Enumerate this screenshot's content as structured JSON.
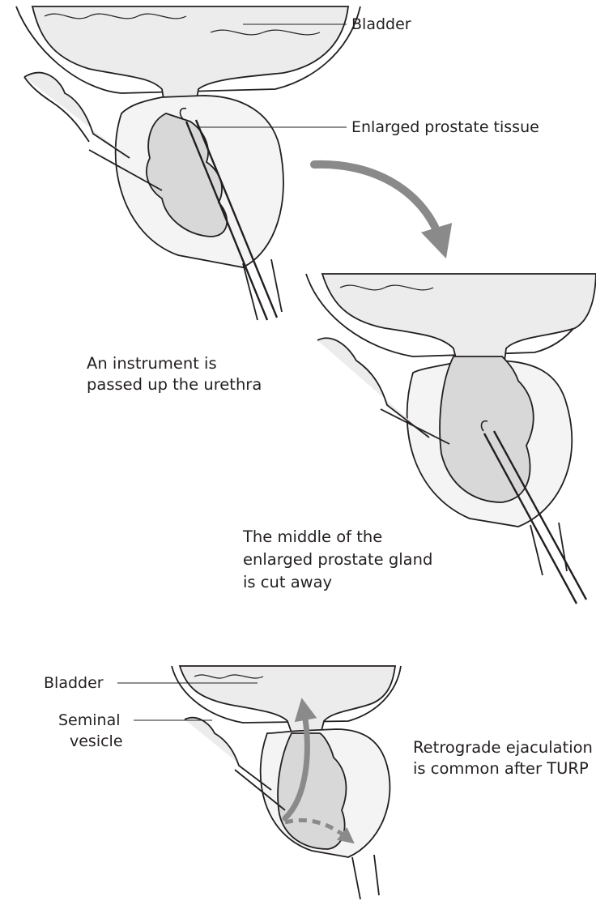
{
  "labels": {
    "bladder_top": "Bladder",
    "enlarged_prostate": "Enlarged prostate tissue",
    "bladder_bottom": "Bladder",
    "seminal_vesicle_line1": "Seminal",
    "seminal_vesicle_line2": "vesicle"
  },
  "captions": {
    "step1_line1": "An instrument is",
    "step1_line2": "passed up the urethra",
    "step2_line1": "The middle of the",
    "step2_line2": "enlarged prostate gland",
    "step2_line3": "is cut away",
    "step3_line1": "Retrograde ejaculation",
    "step3_line2": "is common after TURP"
  },
  "colors": {
    "outline": "#231f20",
    "tissue_fill": "#e8e8e8",
    "prostate_fill": "#d8d8d8",
    "arrow": "#8a8a8a"
  }
}
